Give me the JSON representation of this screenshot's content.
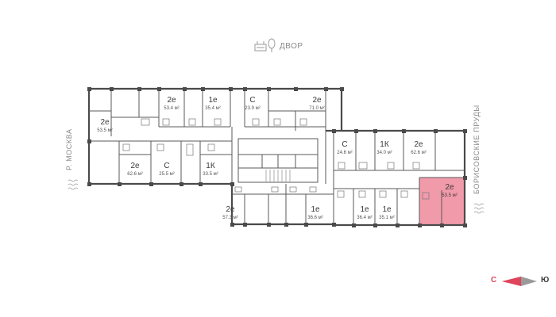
{
  "courtyard_label": "ДВОР",
  "street_left": "Р. МОСКВА",
  "street_right": "БОРИСОВСКИЕ ПРУДЫ",
  "compass": {
    "north": "С",
    "south": "Ю"
  },
  "colors": {
    "selected_fill": "#f19aaa",
    "wall": "#4a4a4a",
    "accent": "#e0445a"
  },
  "apartments": [
    {
      "type": "2е",
      "area": "53.4 м²"
    },
    {
      "type": "1е",
      "area": "35.4 м²"
    },
    {
      "type": "С",
      "area": "23.9 м²"
    },
    {
      "type": "2е",
      "area": "71.0 м²"
    },
    {
      "type": "2е",
      "area": "53.5 м²"
    },
    {
      "type": "2е",
      "area": "62.6 м²"
    },
    {
      "type": "С",
      "area": "25.5 м²"
    },
    {
      "type": "1К",
      "area": "33.5 м²"
    },
    {
      "type": "С",
      "area": "24.6 м²"
    },
    {
      "type": "1К",
      "area": "34.0 м²"
    },
    {
      "type": "2е",
      "area": "62.6 м²"
    },
    {
      "type": "2е",
      "area": "57.3 м²"
    },
    {
      "type": "1е",
      "area": "36.6 м²"
    },
    {
      "type": "1е",
      "area": "36.4 м²"
    },
    {
      "type": "1е",
      "area": "35.1 м²"
    },
    {
      "type": "2е",
      "area": "53.5 м²",
      "selected": true
    }
  ]
}
